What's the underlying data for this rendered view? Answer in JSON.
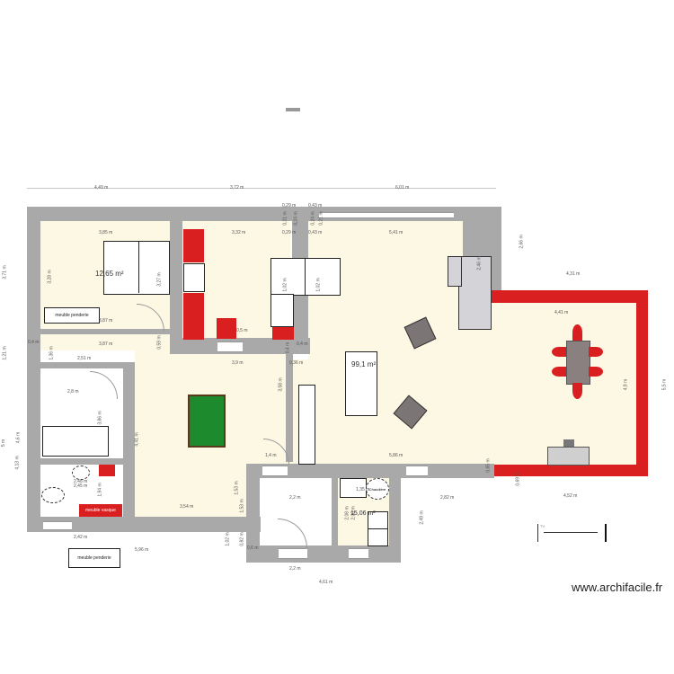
{
  "watermark": "www.archifacile.fr",
  "colors": {
    "wall": "#a9a9a9",
    "red_wall": "#d91f1f",
    "floor": "#fdf8e4",
    "furniture_red": "#d91f1f",
    "billiard_green": "#1e8a2e",
    "chair_gray": "#7c7576"
  },
  "rooms": {
    "bedroom": {
      "area": "12,65 m²"
    },
    "living": {
      "area": "99,1 m²"
    },
    "utility": {
      "area": "15,06 m²"
    }
  },
  "labels": {
    "bedroom_furniture": "meuble penderie",
    "bottom_furniture": "meuble penderie",
    "bath_furniture": "meuble vasque",
    "boiler": "Chaudière",
    "tv": "TV"
  },
  "dimensions": {
    "top_left": "4,49 m",
    "top_mid": "3,72 m",
    "top_right": "6,01 m",
    "bedroom_width": "3,85 m",
    "bedroom_height": "3,28 m",
    "bed_height": "3,27 m",
    "bedroom_bottom": "3,87 m",
    "left_top": "3,71 m",
    "left_mid": "1,21 m",
    "left_low": "5 m",
    "left_low2": "4,6 m",
    "left_low3": "4,13 m",
    "wall_04": "0,4 m",
    "corridor_width": "3,87 m",
    "corridor_h": "1,36 m",
    "door_059": "0,59 m",
    "bath_top": "2,51 m",
    "bath_w": "2,8 m",
    "bath_h": "3,86 m",
    "bath2_w1": "2,48 m",
    "bath2_w2": "2,45 m",
    "bath2_h": "1,94 m",
    "bath_bottom": "2,42 m",
    "bottom_total": "5,96 m",
    "hall_h": "4,41 m",
    "hall_bottom": "3,54 m",
    "kitchen_top": "3,32 m",
    "kitchen_bottom": "3,9 m",
    "kitchen_counter": "0,5 m",
    "wall_029_a": "0,29 m",
    "wall_029_b": "0,29 m",
    "wall_043_a": "0,43 m",
    "wall_043_b": "0,43 m",
    "wall_021": "0,21 m",
    "wall_024": "0,24 m",
    "wall_024b": "0,24 m",
    "wall_021b": "0,21 m",
    "island_h1": "1,02 m",
    "island_h2": "1,02 m",
    "wall_04b": "0,4 m",
    "wall_04c": "0,4 m",
    "wall_036": "0,36 m",
    "stair_h": "3,58 m",
    "door_14": "1,4 m",
    "living_top": "5,41 m",
    "stair_len": "2,46 m",
    "right_top_h": "2,66 m",
    "ext_top": "4,31 m",
    "ext_inner": "4,41 m",
    "ext_inner_h": "4,9 m",
    "ext_outer_h": "5,5 m",
    "ext_bottom": "4,52 m",
    "ext_wall": "0,69 m",
    "living_bottom": "5,86 m",
    "wall_065": "0,65 m",
    "wc_w": "2,2 m",
    "wc_w2": "2,2 m",
    "wc_h1": "1,53 m",
    "wc_h2": "1,53 m",
    "wc_small": "0,82 m",
    "wc_small2": "1,02 m",
    "wall_06": "0,6 m",
    "utility_h1": "2,08 m",
    "utility_h2": "2,08 m",
    "utility_boiler": "1,35 m",
    "utility_right": "2,82 m",
    "utility_right_h": "2,49 m",
    "annex_bottom": "4,61 m"
  }
}
